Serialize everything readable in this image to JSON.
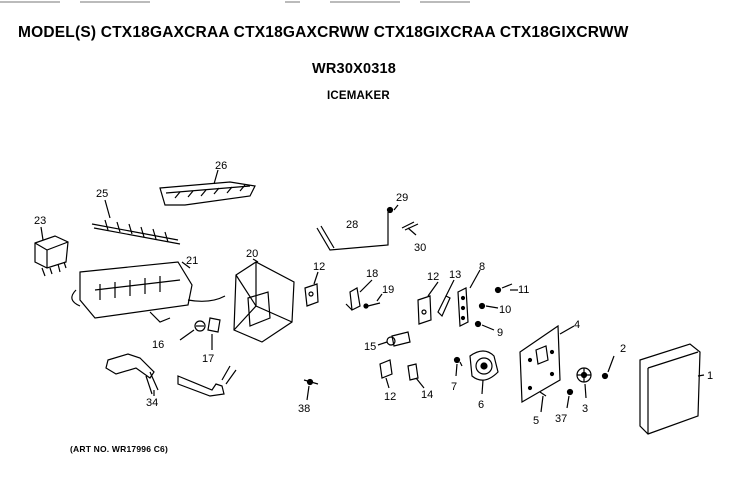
{
  "header": {
    "models_line": "MODEL(S) CTX18GAXCRAA  CTX18GAXCRWW  CTX18GIXCRAA  CTX18GIXCRWW",
    "part_number": "WR30X0318",
    "title": "ICEMAKER"
  },
  "footer": {
    "art_number": "(ART NO. WR17996 C6)"
  },
  "callouts": [
    {
      "id": "26",
      "label": "26"
    },
    {
      "id": "25",
      "label": "25"
    },
    {
      "id": "23",
      "label": "23"
    },
    {
      "id": "21",
      "label": "21"
    },
    {
      "id": "20",
      "label": "20"
    },
    {
      "id": "29",
      "label": "29"
    },
    {
      "id": "28",
      "label": "28"
    },
    {
      "id": "30",
      "label": "30"
    },
    {
      "id": "12a",
      "label": "12"
    },
    {
      "id": "18",
      "label": "18"
    },
    {
      "id": "19",
      "label": "19"
    },
    {
      "id": "12b",
      "label": "12"
    },
    {
      "id": "13",
      "label": "13"
    },
    {
      "id": "8",
      "label": "8"
    },
    {
      "id": "11",
      "label": "11"
    },
    {
      "id": "10",
      "label": "10"
    },
    {
      "id": "9",
      "label": "9"
    },
    {
      "id": "4",
      "label": "4"
    },
    {
      "id": "2",
      "label": "2"
    },
    {
      "id": "1",
      "label": "1"
    },
    {
      "id": "16",
      "label": "16"
    },
    {
      "id": "17",
      "label": "17"
    },
    {
      "id": "15",
      "label": "15"
    },
    {
      "id": "7",
      "label": "7"
    },
    {
      "id": "6",
      "label": "6"
    },
    {
      "id": "12c",
      "label": "12"
    },
    {
      "id": "14",
      "label": "14"
    },
    {
      "id": "34",
      "label": "34"
    },
    {
      "id": "38",
      "label": "38"
    },
    {
      "id": "5",
      "label": "5"
    },
    {
      "id": "37",
      "label": "37"
    },
    {
      "id": "3",
      "label": "3"
    }
  ]
}
